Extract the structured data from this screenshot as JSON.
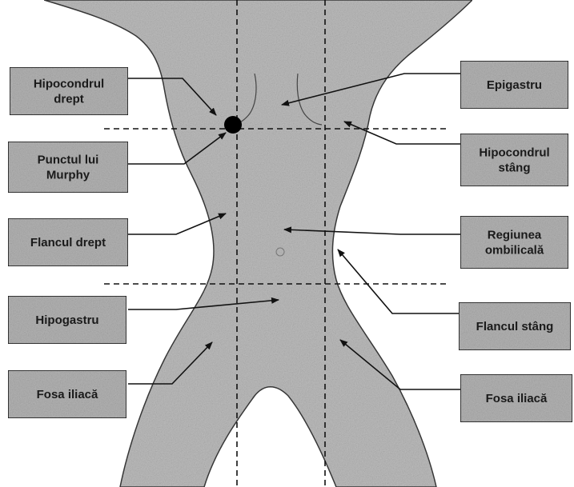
{
  "colors": {
    "background": "#ffffff",
    "body_fill": "#bdbdbd",
    "label_box_fill": "#b4b4b4",
    "line": "#111111",
    "point": "#000000"
  },
  "labels": {
    "left": [
      {
        "id": "hipocondrul-drept",
        "lines": [
          "Hipocondrul",
          "drept"
        ]
      },
      {
        "id": "punctul-lui-murphy",
        "lines": [
          "Punctul lui",
          "Murphy"
        ]
      },
      {
        "id": "flancul-drept",
        "lines": [
          "Flancul drept"
        ]
      },
      {
        "id": "hipogastru",
        "lines": [
          "Hipogastru"
        ]
      },
      {
        "id": "fosa-iliaca-stanga",
        "lines": [
          "Fosa iliacă"
        ]
      }
    ],
    "right": [
      {
        "id": "epigastru",
        "lines": [
          "Epigastru"
        ]
      },
      {
        "id": "hipocondrul-stang",
        "lines": [
          "Hipocondrul",
          "stâng"
        ]
      },
      {
        "id": "regiunea-ombilicala",
        "lines": [
          "Regiunea",
          "ombilicală"
        ]
      },
      {
        "id": "flancul-stang",
        "lines": [
          "Flancul stâng"
        ]
      },
      {
        "id": "fosa-iliaca-dreapta",
        "lines": [
          "Fosa iliacă"
        ]
      }
    ]
  }
}
